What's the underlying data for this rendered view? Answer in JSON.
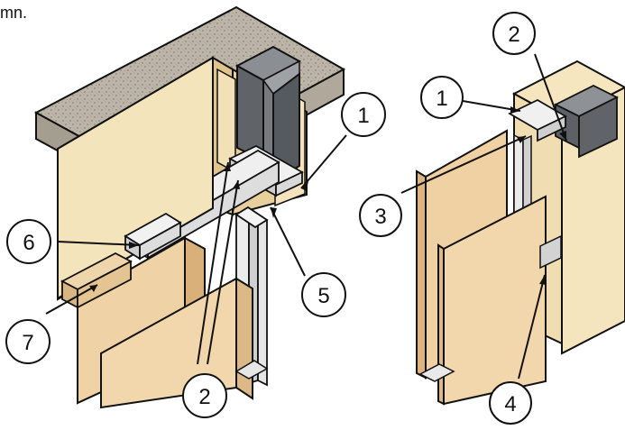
{
  "caption": "mn.",
  "colors": {
    "board_light": "#f3e2b4",
    "board_shade": "#e7d09c",
    "board_dark": "#d8bd82",
    "plywood_face": "#efd2a6",
    "plywood_edge": "#d9b07a",
    "steel_dark": "#5f6266",
    "steel_mid": "#888c90",
    "steel_light": "#b7babd",
    "track_light": "#e7e7e7",
    "track_shade": "#c9c9c9",
    "concrete": "#bdb5a8",
    "outline": "#111111"
  },
  "callouts": [
    {
      "id": "1",
      "label": "1"
    },
    {
      "id": "2",
      "label": "2"
    },
    {
      "id": "3",
      "label": "3"
    },
    {
      "id": "4",
      "label": "4"
    },
    {
      "id": "5",
      "label": "5"
    },
    {
      "id": "6",
      "label": "6"
    },
    {
      "id": "7",
      "label": "7"
    }
  ],
  "right_callouts": [
    {
      "id": "1",
      "label": "1"
    },
    {
      "id": "2",
      "label": "2"
    }
  ]
}
